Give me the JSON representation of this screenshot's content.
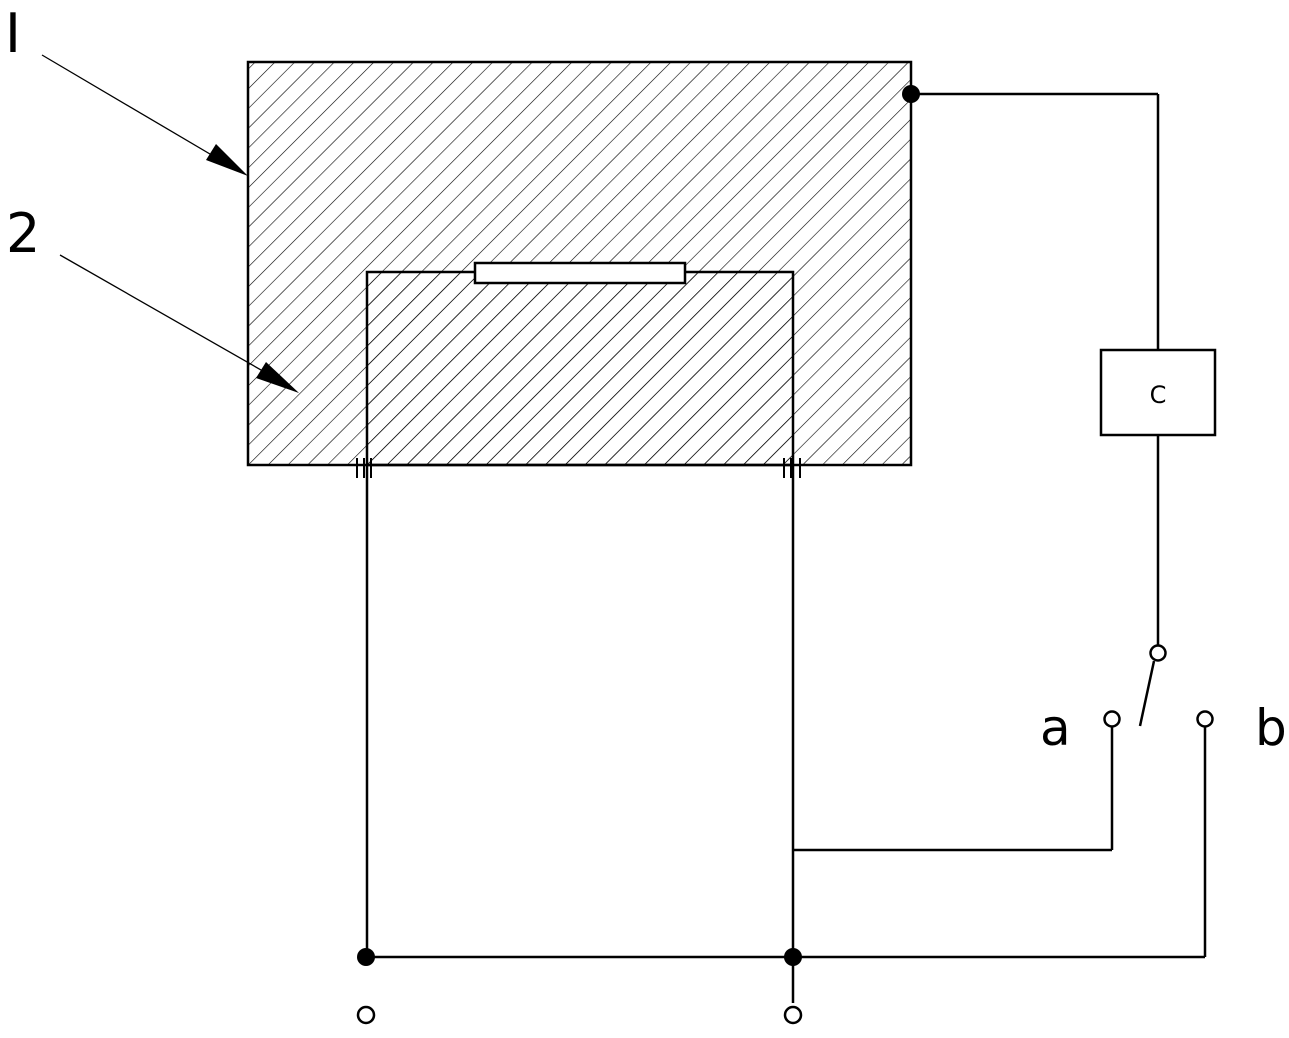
{
  "labels": {
    "part_1": "I",
    "part_2": "2",
    "component_c": "C",
    "terminal_a": "a",
    "terminal_b": "b"
  },
  "colors": {
    "ink": "#000000",
    "paper": "#ffffff"
  }
}
